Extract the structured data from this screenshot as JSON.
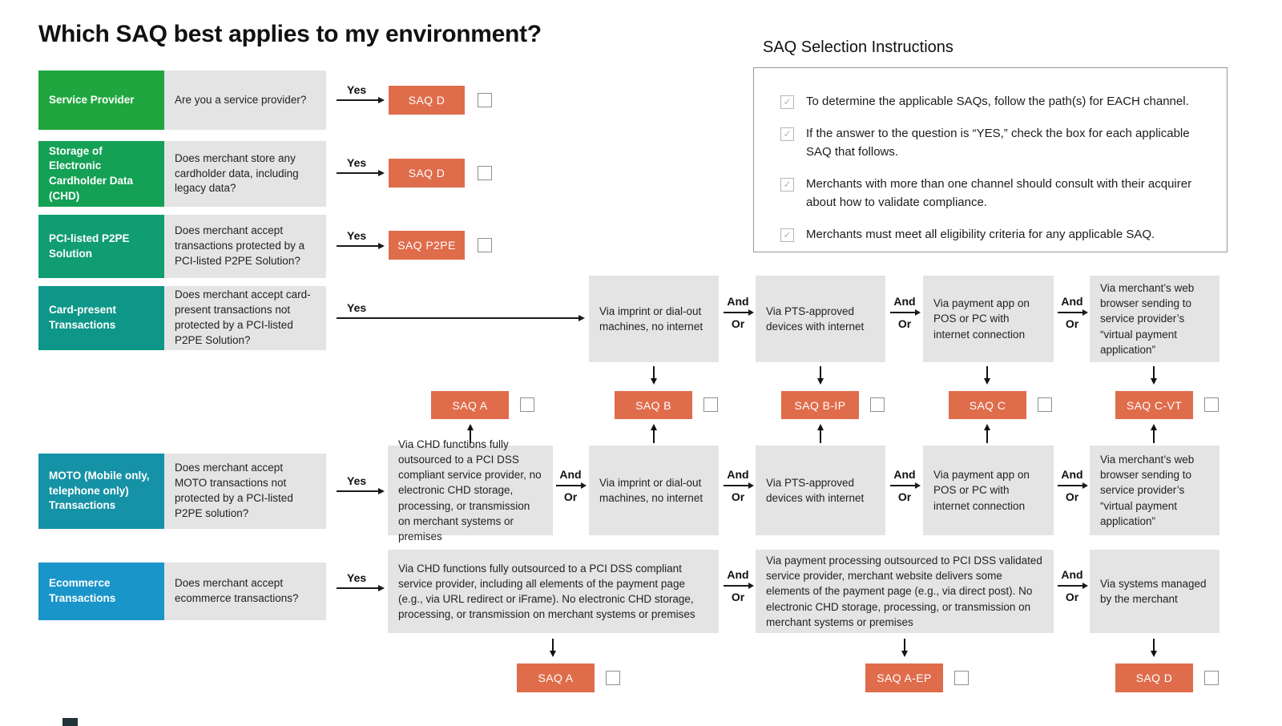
{
  "title": "Which SAQ best applies to my environment?",
  "labels": {
    "yes": "Yes",
    "and": "And",
    "or": "Or"
  },
  "icons": {
    "check": "✓"
  },
  "instructions": {
    "heading": "SAQ Selection Instructions",
    "items": [
      "To determine the applicable SAQs, follow the path(s) for EACH channel.",
      "If the answer to the question is “YES,” check the box for each applicable SAQ that follows.",
      "Merchants with more than one channel should consult with their acquirer about how to validate compliance.",
      "Merchants must meet all eligibility criteria for any applicable SAQ."
    ]
  },
  "channels": [
    {
      "label": "Service Provider",
      "question": "Are you a service provider?",
      "color": "#1FA63F"
    },
    {
      "label": "Storage of Electronic Cardholder Data (CHD)",
      "question": "Does merchant store any cardholder data, including legacy data?",
      "color": "#14A156"
    },
    {
      "label": "PCI-listed P2PE Solution",
      "question": "Does merchant accept transactions protected by a PCI-listed P2PE Solution?",
      "color": "#0F9D71"
    },
    {
      "label": "Card-present Transactions",
      "question": "Does merchant accept card-present transactions not protected by a PCI-listed P2PE Solution?",
      "color": "#0E9789"
    },
    {
      "label": "MOTO (Mobile only, telephone only) Transactions",
      "question": "Does merchant accept MOTO transactions not protected by a PCI-listed P2PE solution?",
      "color": "#1692A6"
    },
    {
      "label": "Ecommerce Transactions",
      "question": "Does merchant accept ecommerce transactions?",
      "color": "#1A95C9"
    }
  ],
  "direct_saqs": [
    "SAQ D",
    "SAQ D",
    "SAQ P2PE"
  ],
  "card_present_options": [
    "Via imprint or dial-out machines, no internet",
    "Via PTS-approved devices with internet",
    "Via payment app on POS or PC with internet connection",
    "Via merchant’s web browser sending to service provider’s “virtual payment application”"
  ],
  "mid_saqs": [
    "SAQ A",
    "SAQ B",
    "SAQ B-IP",
    "SAQ C",
    "SAQ C-VT"
  ],
  "moto_options": [
    "Via CHD functions fully outsourced to a PCI DSS compliant service provider, no electronic CHD storage, processing, or transmission on merchant systems or premises",
    "Via imprint or dial-out machines, no internet",
    "Via PTS-approved devices with internet",
    "Via payment app on POS or PC with internet connection",
    "Via merchant’s web browser sending to service provider’s “virtual payment application”"
  ],
  "ecommerce_options": [
    "Via CHD functions fully outsourced to a PCI DSS compliant service provider, including all elements of the payment page (e.g., via URL redirect or iFrame). No electronic CHD storage, processing, or transmission on merchant systems or premises",
    "Via payment processing outsourced to PCI DSS validated service provider, merchant website delivers some elements of the payment page (e.g., via direct post). No electronic CHD storage, processing, or transmission on merchant systems or premises",
    "Via systems managed by the merchant"
  ],
  "bottom_saqs": [
    "SAQ A",
    "SAQ A-EP",
    "SAQ D"
  ],
  "colors": {
    "saq_box": "#DF6C4B",
    "option_box": "#E4E4E4",
    "arrow": "#1a1a1a"
  }
}
